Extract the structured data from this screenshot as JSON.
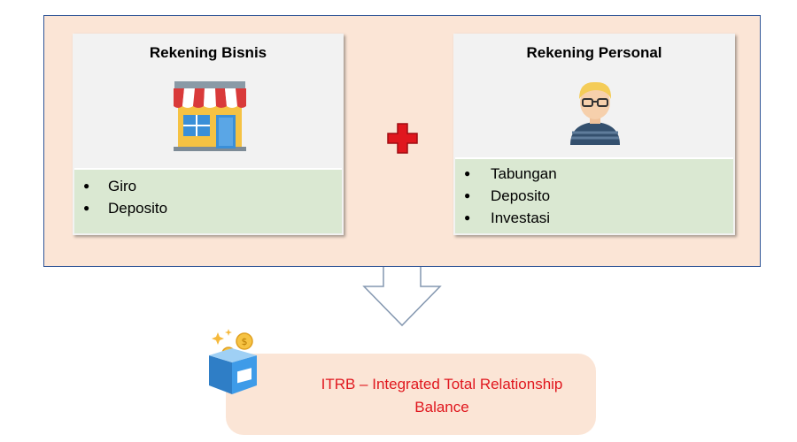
{
  "cards": {
    "bisnis": {
      "title": "Rekening Bisnis",
      "items": [
        "Giro",
        "Deposito"
      ],
      "icon": "storefront-icon"
    },
    "personal": {
      "title": "Rekening Personal",
      "items": [
        "Tabungan",
        "Deposito",
        "Investasi"
      ],
      "icon": "person-icon"
    }
  },
  "result": {
    "line1": "ITRB – Integrated Total Relationship",
    "line2": "Balance",
    "icon": "money-box-icon"
  },
  "colors": {
    "outer_fill": "#fbe5d6",
    "outer_border": "#2f5597",
    "list_fill": "#dae8d2",
    "plus": "#e0171e",
    "result_text": "#e0171e"
  }
}
